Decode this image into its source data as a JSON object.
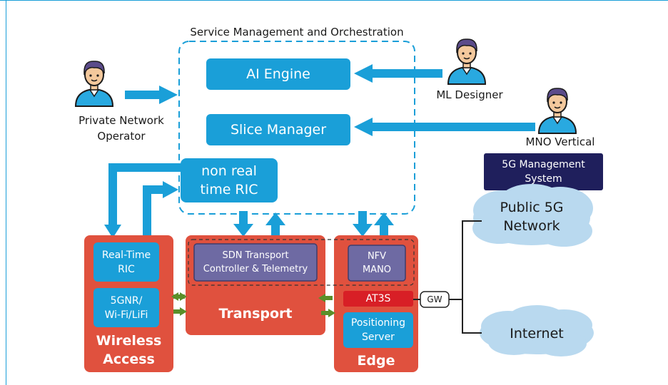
{
  "orchestration": {
    "title": "Service Management and Orchestration",
    "ai_engine": "AI Engine",
    "slice_manager": "Slice Manager",
    "non_rt_ric_line1": "non real",
    "non_rt_ric_line2": "time RIC"
  },
  "actors": {
    "private_operator_line1": "Private Network",
    "private_operator_line2": "Operator",
    "ml_designer": "ML Designer",
    "mno_vertical": "MNO Vertical"
  },
  "mgmt_system": {
    "line1": "5G Management",
    "line2": "System"
  },
  "clouds": {
    "public_line1": "Public 5G",
    "public_line2": "Network",
    "internet": "Internet"
  },
  "wireless": {
    "rt_ric_line1": "Real-Time",
    "rt_ric_line2": "RIC",
    "radio_line1": "5GNR/",
    "radio_line2": "Wi-Fi/LiFi",
    "title_line1": "Wireless",
    "title_line2": "Access"
  },
  "transport": {
    "sdn_line1": "SDN Transport",
    "sdn_line2": "Controller & Telemetry",
    "title": "Transport"
  },
  "edge": {
    "nfv_line1": "NFV",
    "nfv_line2": "MANO",
    "at3s": "AT3S",
    "pos_line1": "Positioning",
    "pos_line2": "Server",
    "title": "Edge"
  },
  "gateway": "GW",
  "colors": {
    "blue": "#1a9fd8",
    "red": "#e0513e",
    "purple": "#6e6aa3",
    "navy": "#1f1f5c",
    "cloud": "#b9d9ef",
    "green": "#5a8f2a",
    "at3s": "#d81f26"
  }
}
